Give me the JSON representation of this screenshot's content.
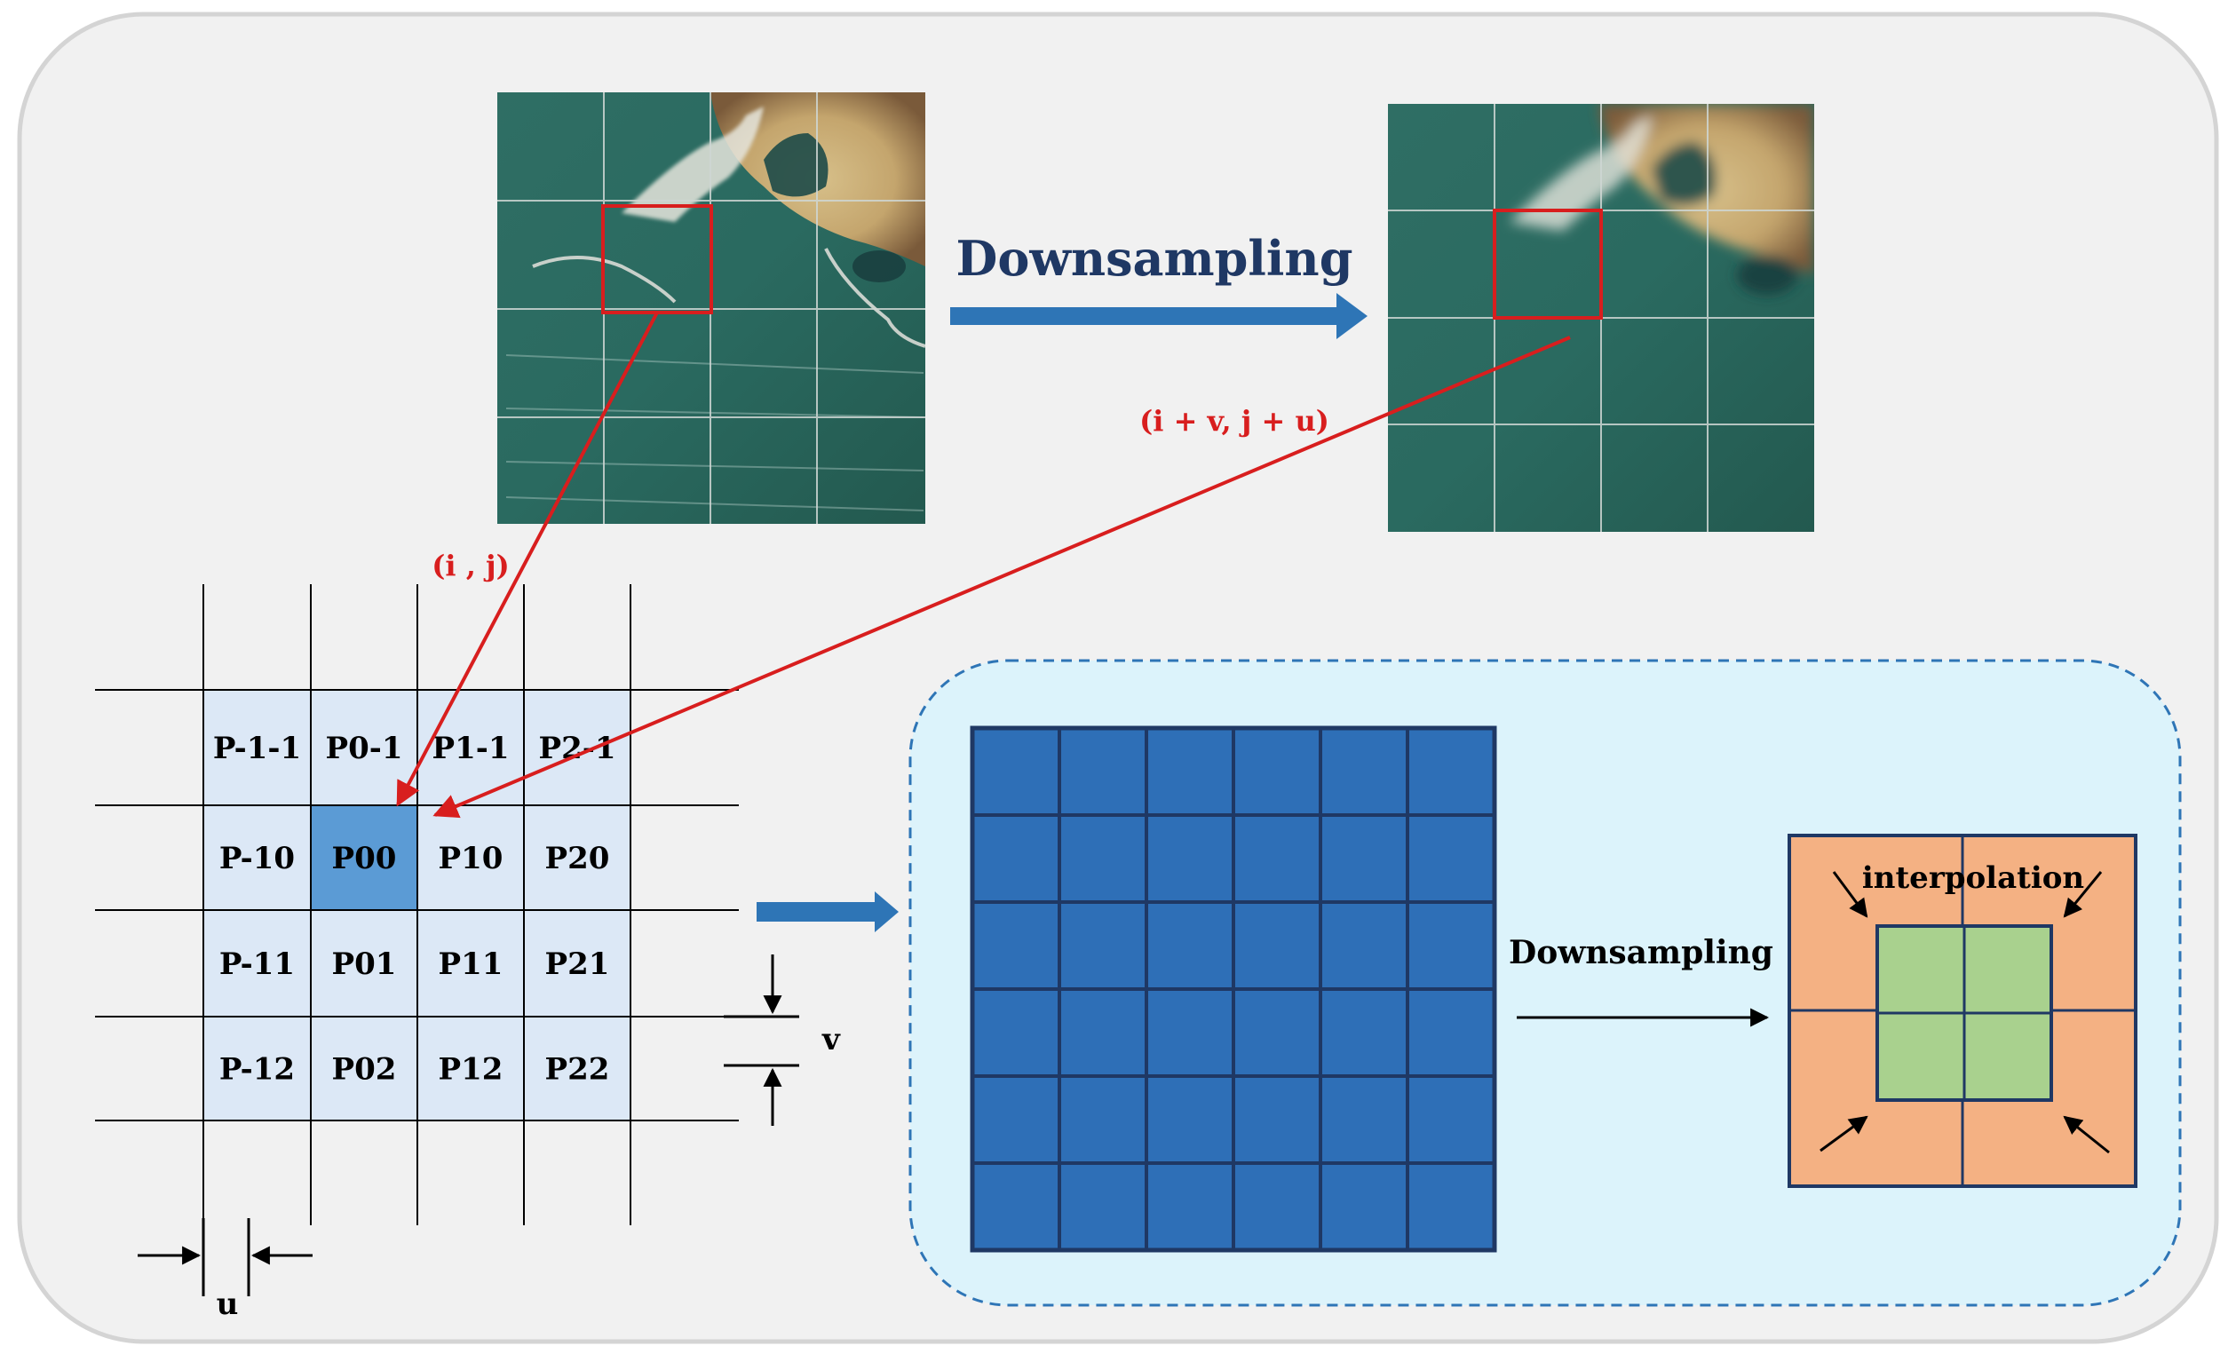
{
  "labels": {
    "downsampling_main": "Downsampling",
    "coord_ij": "(i , j)",
    "coord_shift": "(i + v, j + u)",
    "v": "v",
    "u": "u",
    "downsampling_small": "Downsampling",
    "interpolation": "interpolation"
  },
  "grid_cells": [
    [
      "P-1-1",
      "P0-1",
      "P1-1",
      "P2-1"
    ],
    [
      "P-10",
      "P00",
      "P10",
      "P20"
    ],
    [
      "P-11",
      "P01",
      "P11",
      "P21"
    ],
    [
      "P-12",
      "P02",
      "P12",
      "P22"
    ]
  ],
  "highlight_cell": "P00",
  "colors": {
    "panel_bg": "#f1f1f1",
    "panel_border": "#d4d4d4",
    "arrow_blue": "#2e75b6",
    "title_blue": "#1f3864",
    "red": "#d81e1e",
    "cell_fill": "#dce8f6",
    "cell_highlight": "#5b9bd5",
    "inset_bg": "#dcf3fb",
    "inset_border": "#2e75b6",
    "big_grid_fill": "#2e6fb7",
    "big_grid_line": "#1f3864",
    "orange": "#f4b183",
    "green": "#a9d18e",
    "sea": "#2e6b61"
  },
  "icons": {
    "big_arrow": "right-arrow-icon",
    "small_arrow": "right-arrow-icon"
  }
}
